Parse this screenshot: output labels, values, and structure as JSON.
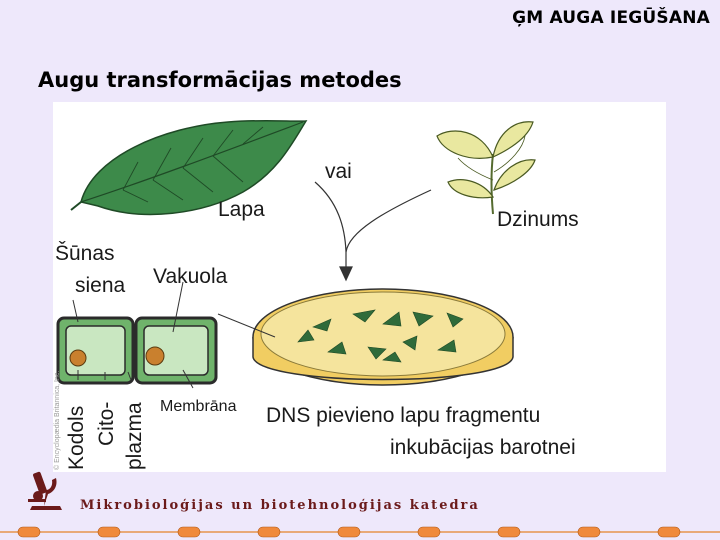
{
  "header": {
    "text": "ĢM AUGA IEGŪŠANA"
  },
  "title": {
    "text": "Augu transformācijas metodes"
  },
  "figure": {
    "labels": {
      "leaf": "Lapa",
      "or": "vai",
      "sprout": "Dzinums",
      "cell_wall_1": "Šūnas",
      "cell_wall_2": "siena",
      "vacuole": "Vakuola",
      "membrane": "Membrāna",
      "nucleus": "Kodols",
      "cyto_1": "Cito-",
      "cyto_2": "plazma",
      "dna_1": "DNS pievieno lapu fragmentu",
      "dna_2": "inkubācijas barotnei"
    },
    "credit": "© Encyclopædia Britannica, Inc."
  },
  "footer": {
    "text": "Mikrobioloģijas un biotehnoloģijas katedra"
  },
  "colors": {
    "background": "#eee8fb",
    "footer_text": "#6b1a1a",
    "leaf": "#3d8a4a",
    "dish": "#f3d36b"
  }
}
